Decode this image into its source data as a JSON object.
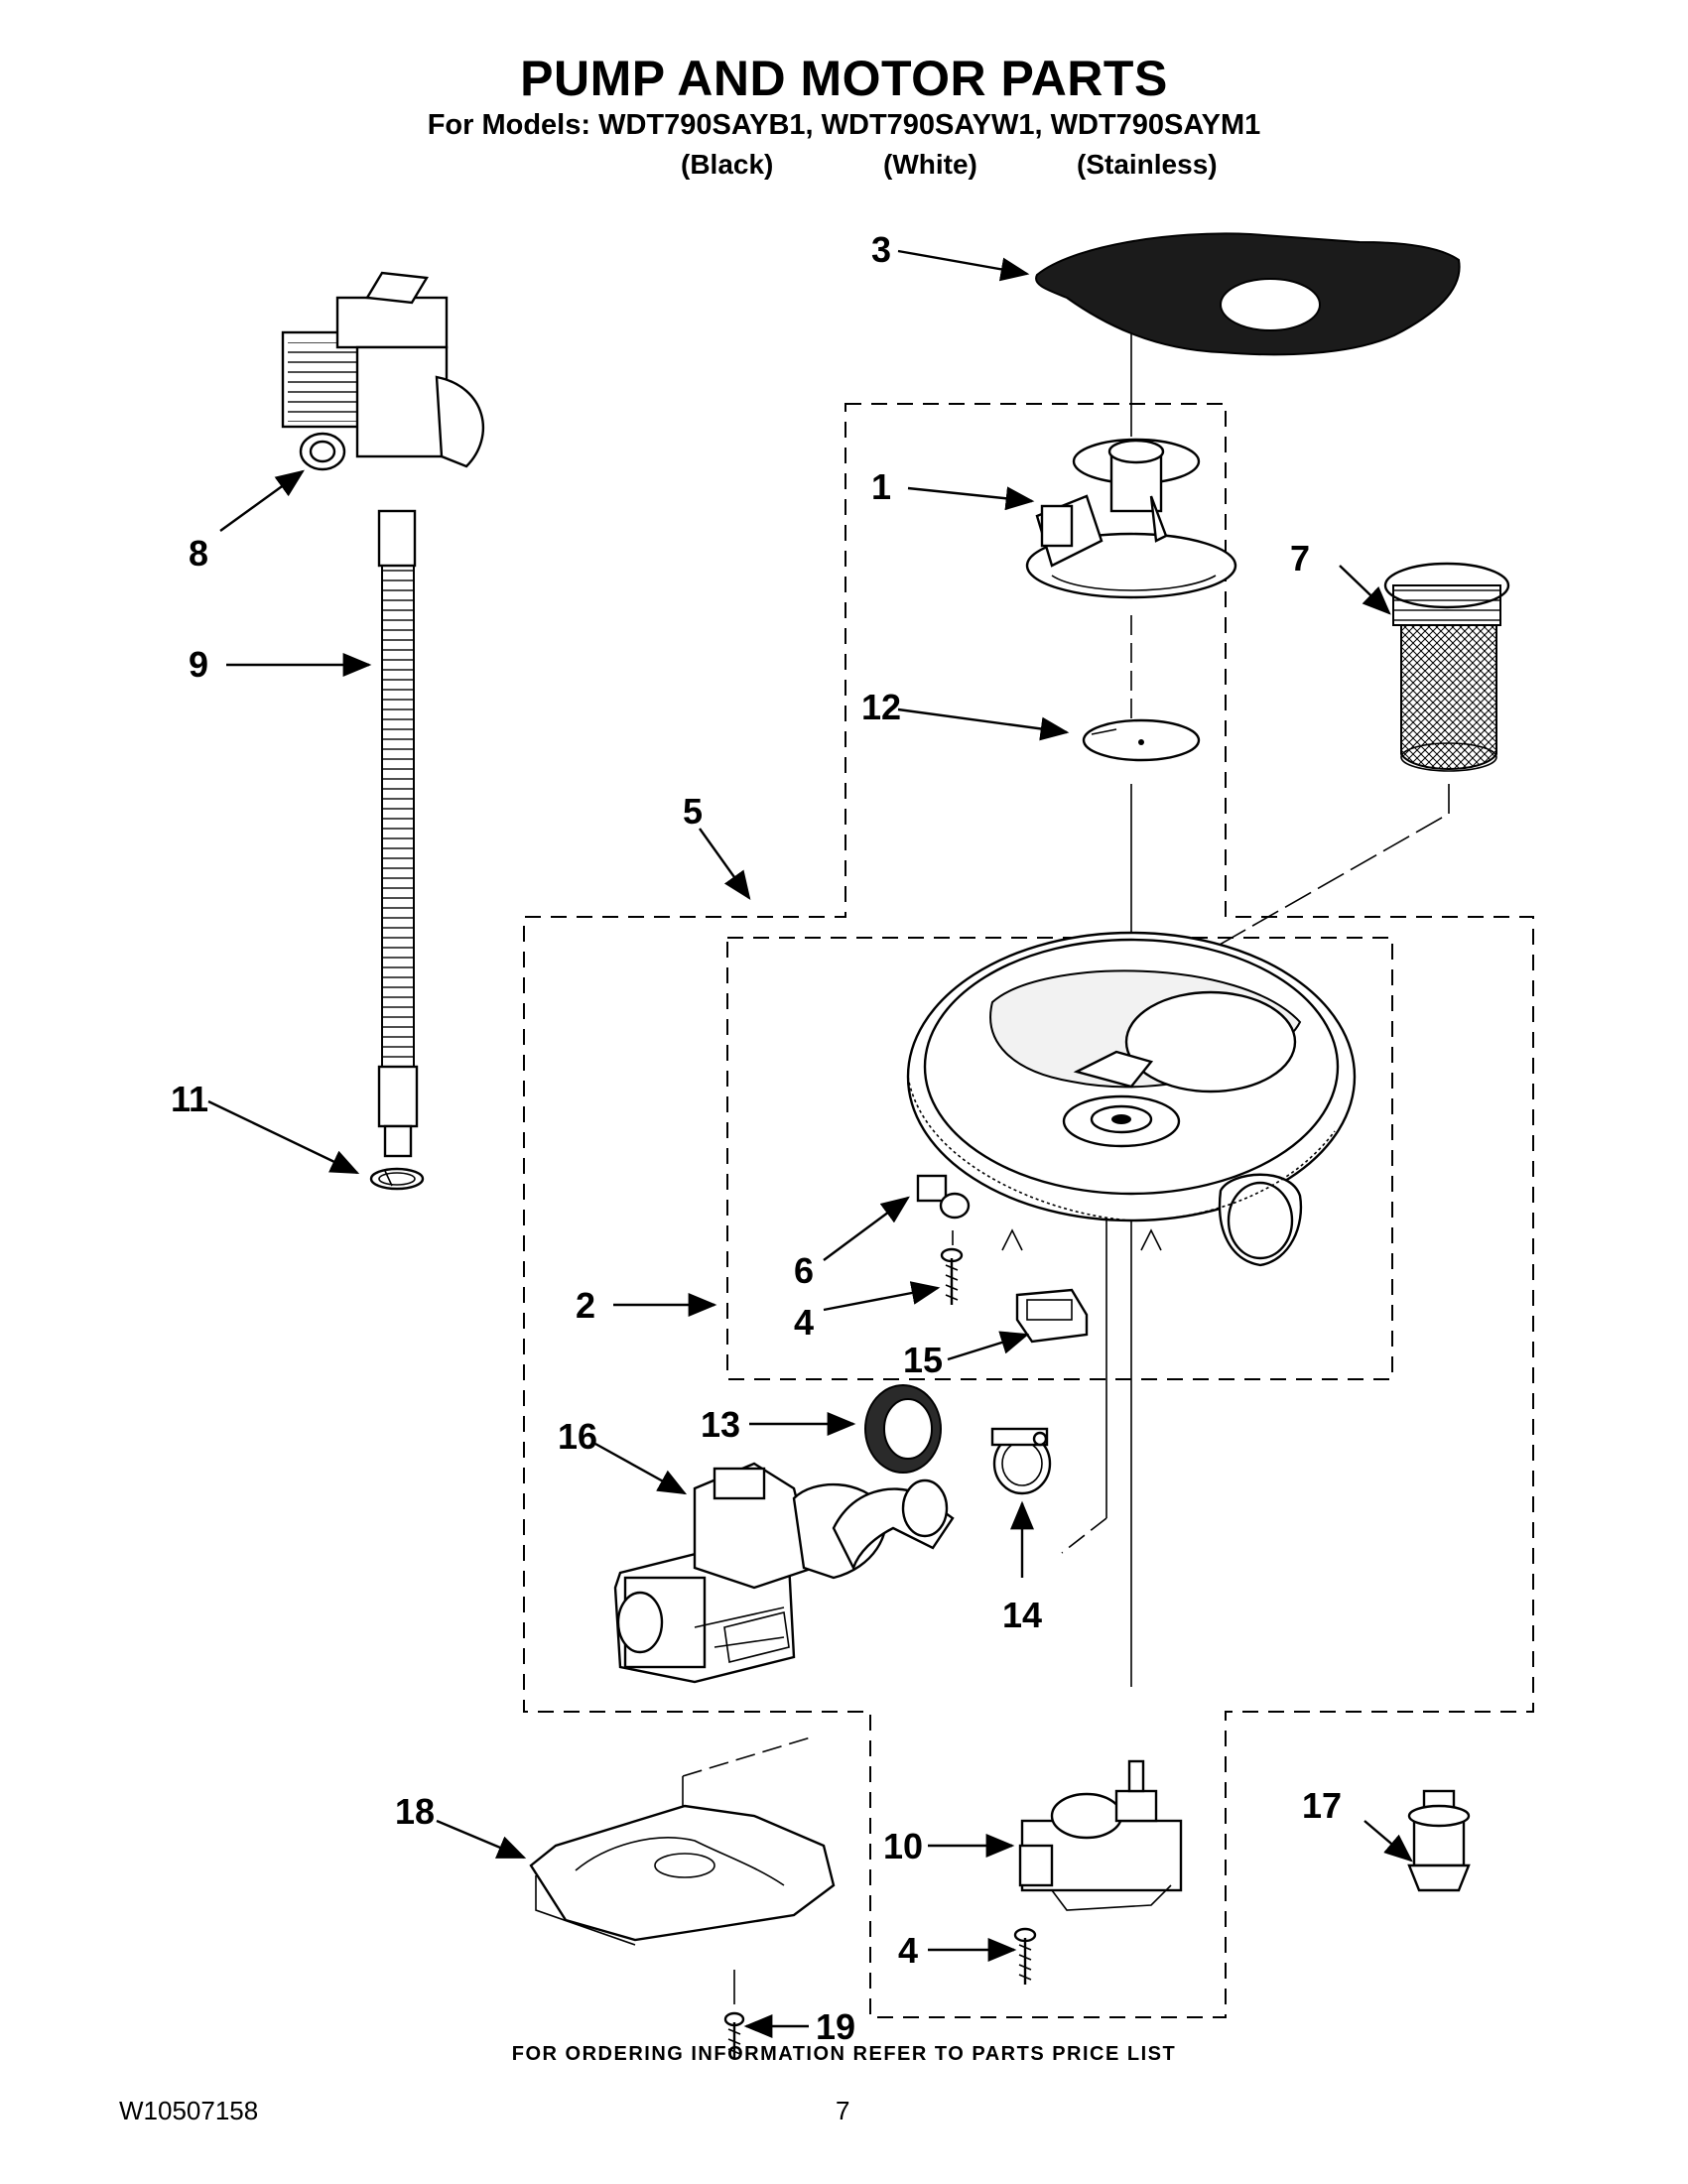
{
  "header": {
    "title": "PUMP AND MOTOR PARTS",
    "models_line": "For Models: WDT790SAYB1, WDT790SAYW1, WDT790SAYM1",
    "finishes": [
      "(Black)",
      "(White)",
      "(Stainless)"
    ]
  },
  "callouts": {
    "c1": "1",
    "c2": "2",
    "c3": "3",
    "c4a": "4",
    "c4b": "4",
    "c5": "5",
    "c6": "6",
    "c7": "7",
    "c8": "8",
    "c9": "9",
    "c10": "10",
    "c11": "11",
    "c12": "12",
    "c13": "13",
    "c14": "14",
    "c15": "15",
    "c16": "16",
    "c17": "17",
    "c18": "18",
    "c19": "19"
  },
  "footer": {
    "ordering_note": "FOR ORDERING INFORMATION REFER TO PARTS PRICE LIST",
    "document_number": "W10507158",
    "page_number": "7"
  }
}
